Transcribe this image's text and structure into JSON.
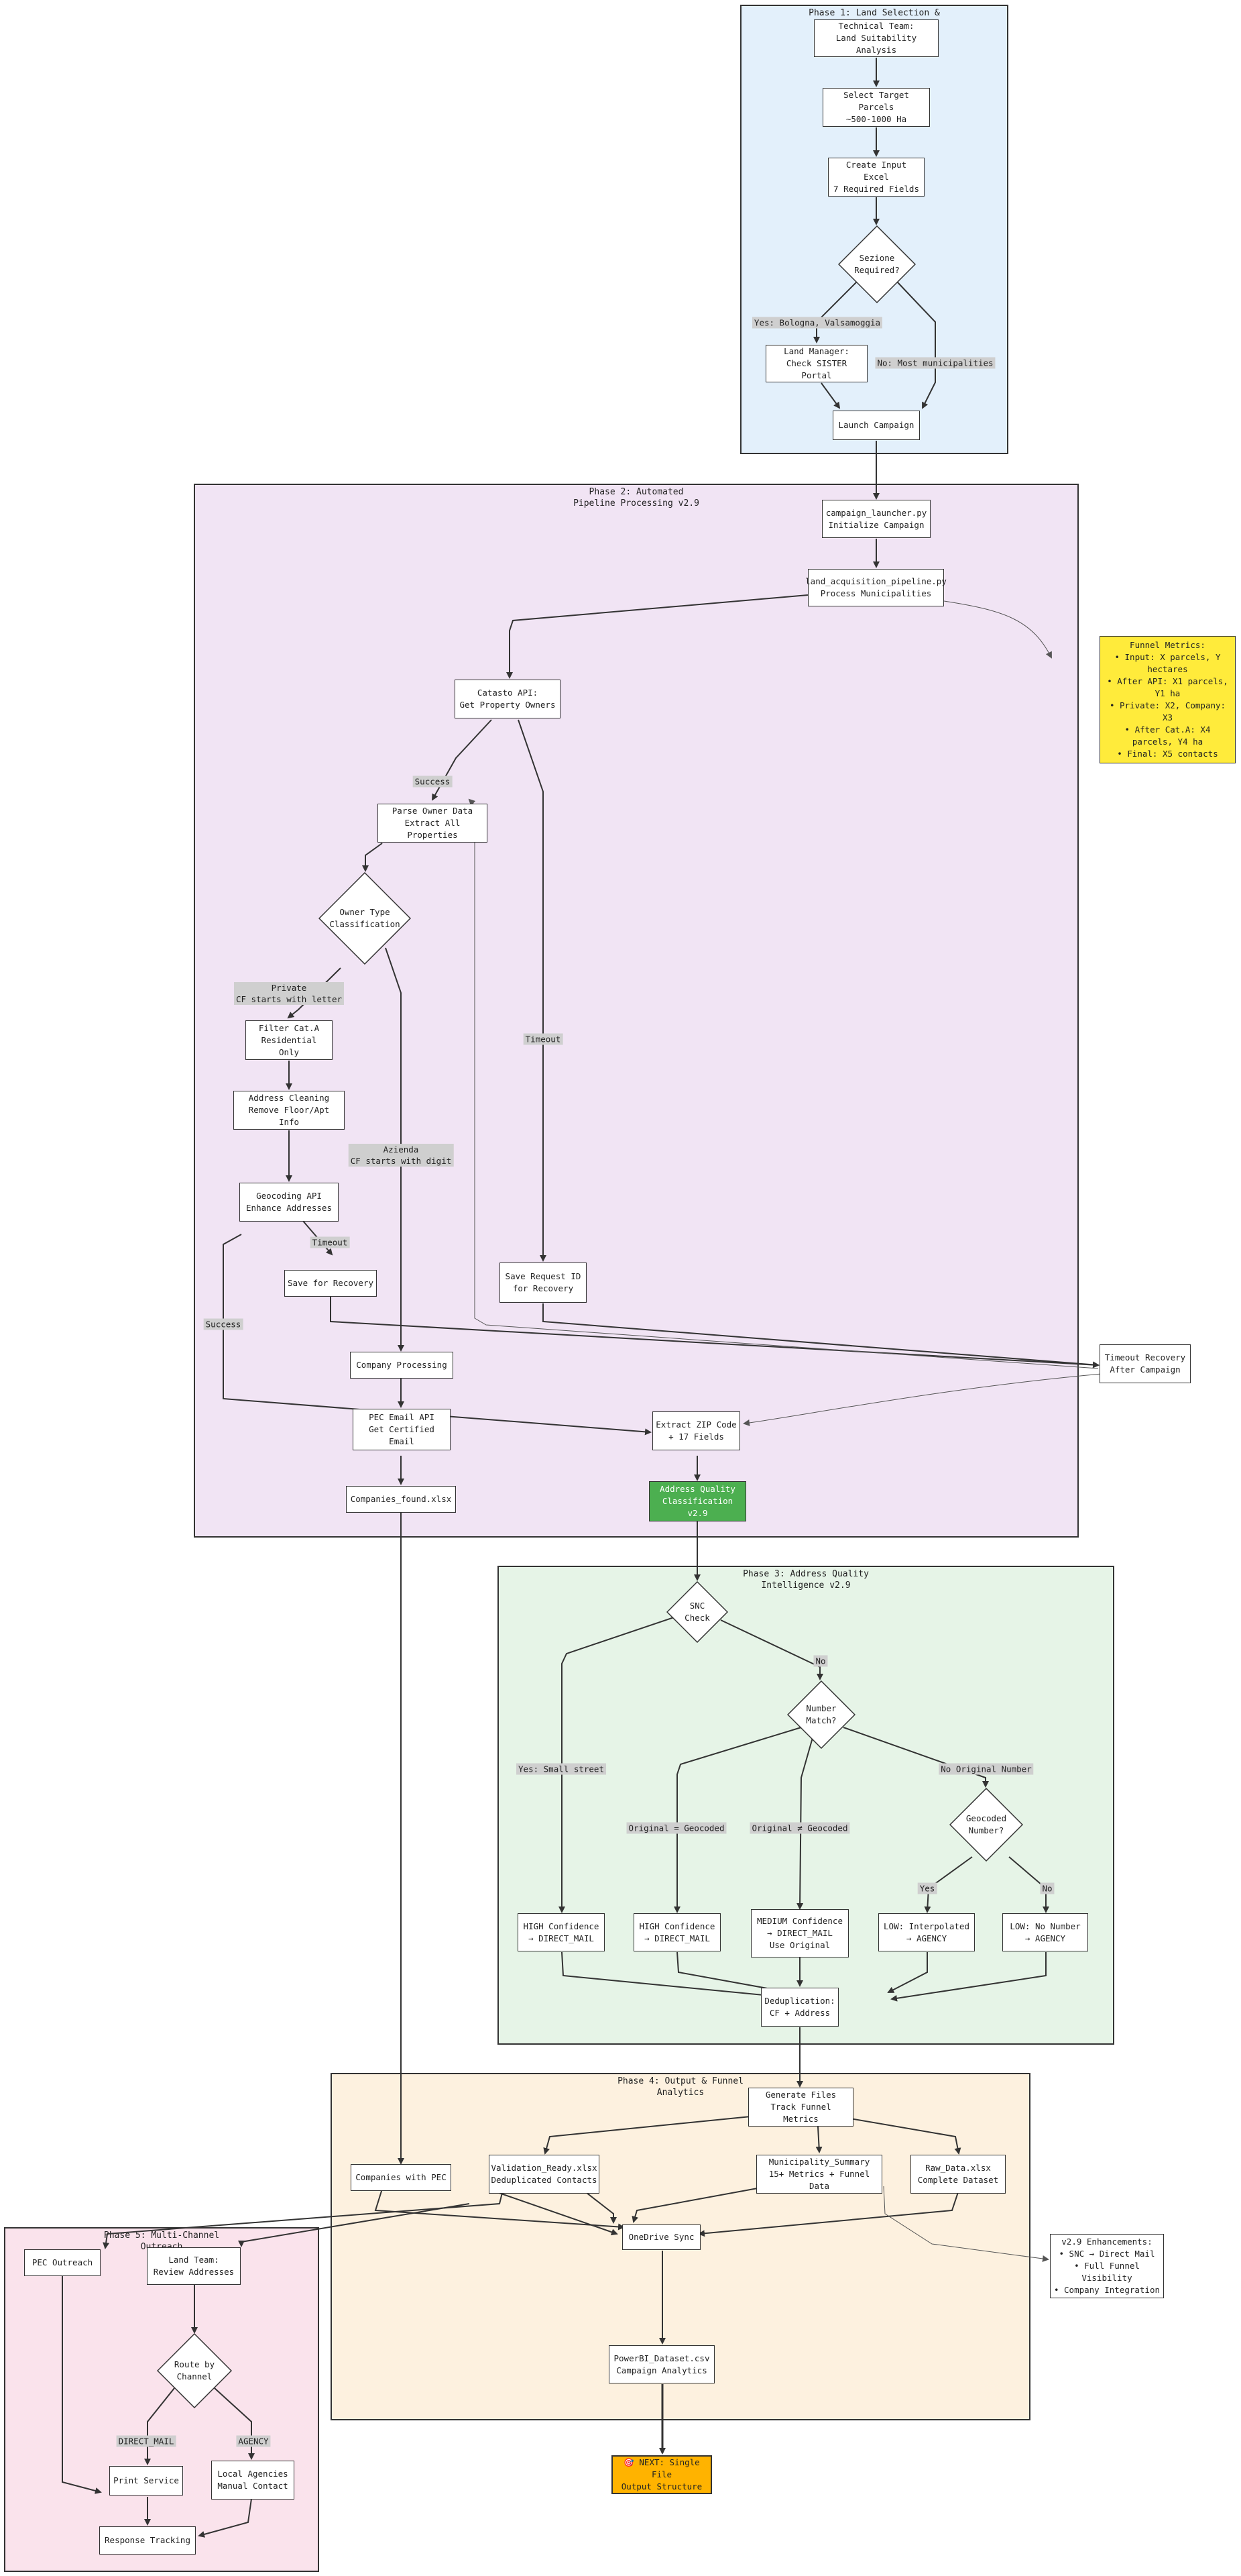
{
  "colors": {
    "phase1_fill": "#e3f0fb",
    "phase2_fill": "#f1e4f4",
    "phase3_fill": "#e6f4e7",
    "phase4_fill": "#fdf1df",
    "phase5_fill": "#fae3ec",
    "metrics_fill": "#ffeb3b",
    "quality_fill": "#4caf50",
    "next_fill": "#ffb300"
  },
  "phases": {
    "p1": "Phase 1: Land Selection &",
    "p2": "Phase 2: Automated\nPipeline Processing v2.9",
    "p3": "Phase 3: Address Quality\nIntelligence v2.9",
    "p4": "Phase 4: Output & Funnel\nAnalytics",
    "p5": "Phase 5: Multi-Channel\nOutreach"
  },
  "nodes": {
    "tech_team": "Technical Team:\nLand Suitability Analysis",
    "select_parcels": "Select Target Parcels\n~500-1000 Ha",
    "create_excel": "Create Input Excel\n7 Required Fields",
    "sezione": "Sezione\nRequired?",
    "land_manager": "Land Manager:\nCheck SISTER Portal",
    "launch": "Launch Campaign",
    "launcher": "campaign_launcher.py\nInitialize Campaign",
    "pipeline": "land_acquisition_pipeline.py\nProcess Municipalities",
    "funnel_metrics": "Funnel Metrics:\n• Input: X parcels, Y hectares\n• After API: X1 parcels, Y1 ha\n• Private: X2, Company: X3\n• After Cat.A: X4 parcels, Y4 ha\n• Final: X5 contacts",
    "catasto": "Catasto API:\nGet Property Owners",
    "parse_owner": "Parse Owner Data\nExtract All Properties",
    "owner_type": "Owner Type\nClassification",
    "filter_cat": "Filter Cat.A\nResidential Only",
    "addr_clean": "Address Cleaning\nRemove Floor/Apt Info",
    "geocoding": "Geocoding API\nEnhance Addresses",
    "save_recovery": "Save for Recovery",
    "save_request": "Save Request ID\nfor Recovery",
    "company_proc": "Company Processing",
    "pec_api": "PEC Email API\nGet Certified Email",
    "extract_zip": "Extract ZIP Code\n+ 17 Fields",
    "timeout_recovery": "Timeout Recovery\nAfter Campaign",
    "companies_found": "Companies_found.xlsx",
    "addr_quality": "Address Quality\nClassification v2.9",
    "snc": "SNC\nCheck",
    "number_match": "Number\nMatch?",
    "geocoded_number": "Geocoded\nNumber?",
    "high1": "HIGH Confidence\n→ DIRECT_MAIL",
    "high2": "HIGH Confidence\n→ DIRECT_MAIL",
    "medium": "MEDIUM Confidence\n→ DIRECT_MAIL\nUse Original",
    "low_interp": "LOW: Interpolated\n→ AGENCY",
    "low_nonum": "LOW: No Number\n→ AGENCY",
    "dedup": "Deduplication:\nCF + Address",
    "gen_files": "Generate Files\nTrack Funnel Metrics",
    "companies_pec": "Companies with PEC",
    "validation": "Validation_Ready.xlsx\nDeduplicated Contacts",
    "muni_summary": "Municipality_Summary\n15+ Metrics + Funnel Data",
    "raw_data": "Raw_Data.xlsx\nComplete Dataset",
    "v29": "v2.9 Enhancements:\n• SNC → Direct Mail\n• Full Funnel Visibility\n• Company Integration",
    "onedrive": "OneDrive Sync",
    "powerbi": "PowerBI_Dataset.csv\nCampaign Analytics",
    "next": "🎯 NEXT: Single File\nOutput Structure",
    "pec_outreach": "PEC Outreach",
    "land_team": "Land Team:\nReview Addresses",
    "route": "Route by\nChannel",
    "print_service": "Print Service",
    "local_agencies": "Local Agencies\nManual Contact",
    "response": "Response Tracking"
  },
  "edge_labels": {
    "yes_bologna": "Yes: Bologna, Valsamoggia",
    "no_most": "No: Most municipalities",
    "success1": "Success",
    "timeout1": "Timeout",
    "private": "Private\nCF starts with letter",
    "azienda": "Azienda\nCF starts with digit",
    "timeout2": "Timeout",
    "success2": "Success",
    "yes_small": "Yes: Small street",
    "no_snc": "No",
    "orig_eq": "Original = Geocoded",
    "orig_neq": "Original ≠ Geocoded",
    "no_orig": "No Original Number",
    "yes_geo": "Yes",
    "no_geo": "No",
    "direct_mail": "DIRECT_MAIL",
    "agency": "AGENCY"
  }
}
